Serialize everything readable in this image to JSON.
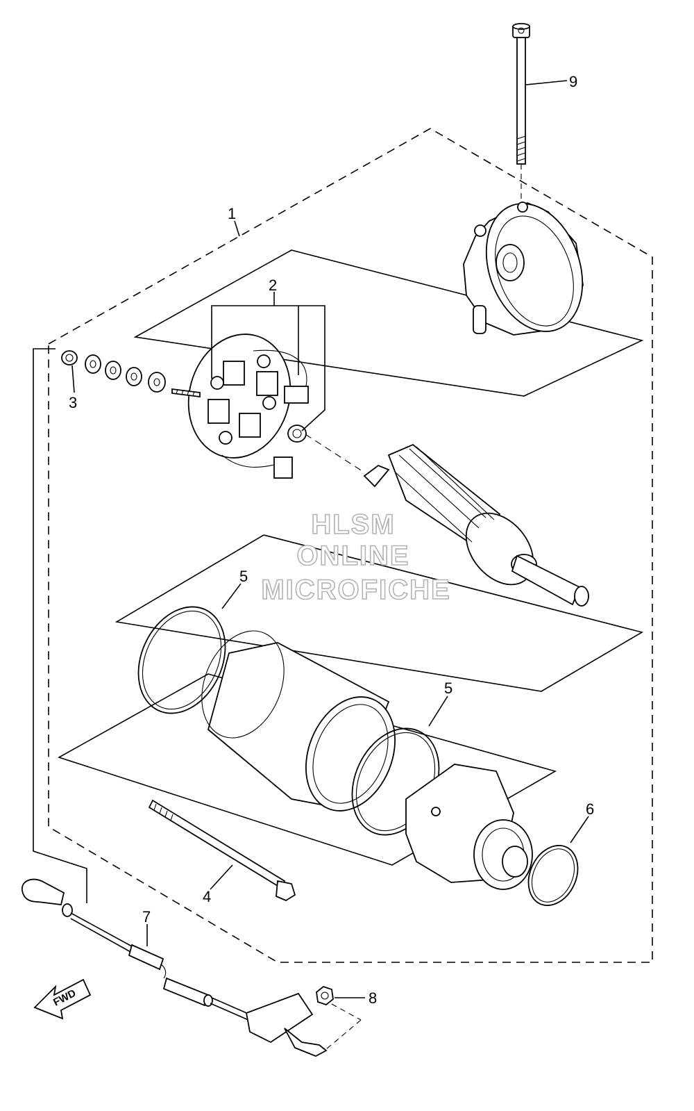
{
  "callouts": {
    "c1": "1",
    "c2": "2",
    "c3": "3",
    "c4": "4",
    "c5a": "5",
    "c5b": "5",
    "c6": "6",
    "c7": "7",
    "c8": "8",
    "c9": "9"
  },
  "watermark": {
    "line1": "HLSM",
    "line2": "ONLINE",
    "line3": "MICROFICHE"
  },
  "fwd_label": "FWD"
}
